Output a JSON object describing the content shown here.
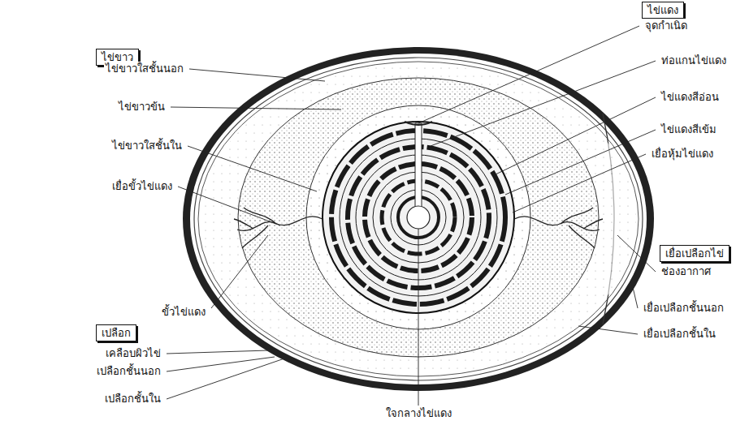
{
  "diagram": {
    "nodes": [
      {
        "text": [
          "ไข่ขาว"
        ]
      },
      {
        "text": [
          "ไข่แดง"
        ]
      },
      {
        "text": [
          "เยื่อเปลือกไข่"
        ]
      },
      {
        "text": [
          "เปลือก"
        ]
      }
    ],
    "labels": [
      "ไข่ขาวใสชั้นนอก",
      "ไข่ขาวข้น",
      "ไข่ขาวใสชั้นใน",
      "เยื่อขั้วไข่แดง",
      "ขั้วไข่แดง",
      "เคลือบผิวไข่",
      "เปลือกชั้นนอก",
      "เปลือกชั้นใน",
      "ใจกลางไข่แดง",
      "จุดกำเนิด",
      "ท่อแกนไข่แดง",
      "ไข่แดงสีอ่อน",
      "ไข่แดงสีเข้ม",
      "เยื่อหุ้มไข่แดง",
      "ช่องอากาศ",
      "เยื่อเปลือกชั้นนอก",
      "เยื่อเปลือกชั้นใน"
    ]
  }
}
